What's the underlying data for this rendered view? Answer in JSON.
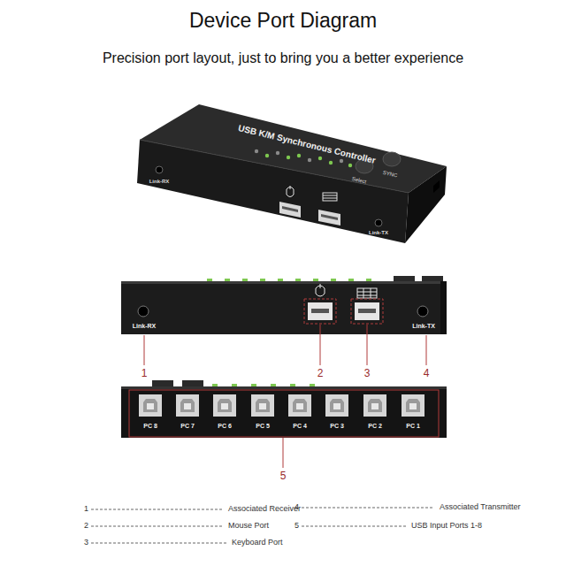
{
  "diagram": {
    "title": "Device Port Diagram",
    "labels": [
      "Precision port layout, just to bring you a better experience",
      "USB K/M Synchronous Controller",
      "Select",
      "SYNC",
      "Link-RX",
      "Link-TX",
      "Link-RX",
      "Link-TX",
      "1",
      "2",
      "3",
      "4",
      "PC 8",
      "PC 7",
      "PC 6",
      "PC 5",
      "PC 4",
      "PC 3",
      "PC 2",
      "PC 1",
      "5",
      "1",
      "Associated Receiver",
      "4",
      "Associated Transmitter",
      "2",
      "Mouse Port",
      "5",
      "USB Input Ports 1-8",
      "3",
      "Keyboard Port"
    ]
  }
}
